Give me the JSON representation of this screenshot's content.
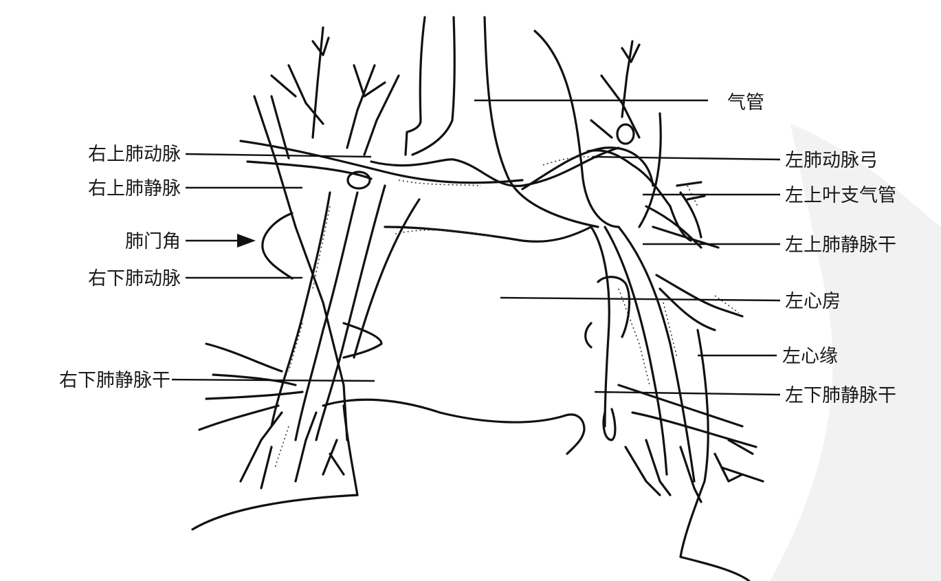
{
  "labels": {
    "trachea": "气管",
    "right_upper_pulmonary_artery": "右上肺动脉",
    "right_upper_pulmonary_vein": "右上肺静脉",
    "hilar_angle": "肺门角",
    "right_lower_pulmonary_artery": "右下肺动脉",
    "right_lower_pulmonary_vein_trunk": "右下肺静脉干",
    "left_pulmonary_artery_arch": "左肺动脉弓",
    "left_upper_lobe_bronchus": "左上叶支气管",
    "left_upper_pulmonary_vein_trunk": "左上肺静脉干",
    "left_atrium": "左心房",
    "left_heart_border": "左心缘",
    "left_lower_pulmonary_vein_trunk": "左下肺静脉干"
  }
}
